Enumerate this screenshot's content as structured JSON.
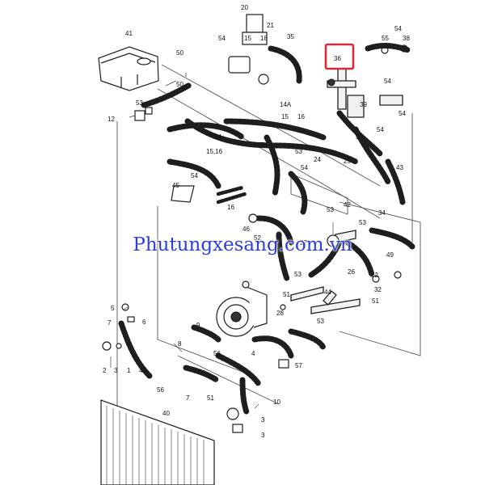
{
  "watermark": {
    "text": "Phutungxesang.com.vn",
    "color": "#2c3fd6"
  },
  "highlight": {
    "label": "36",
    "color": "#d22c34"
  },
  "labels": [
    {
      "id": "l20",
      "text": "20"
    },
    {
      "id": "l21",
      "text": "21"
    },
    {
      "id": "l41",
      "text": "41"
    },
    {
      "id": "l50a",
      "text": "50"
    },
    {
      "id": "l50b",
      "text": "50"
    },
    {
      "id": "l53a",
      "text": "53"
    },
    {
      "id": "l12",
      "text": "12"
    },
    {
      "id": "l54a",
      "text": "54"
    },
    {
      "id": "l15a",
      "text": "15"
    },
    {
      "id": "l18",
      "text": "18"
    },
    {
      "id": "l35",
      "text": "35"
    },
    {
      "id": "l54b",
      "text": "54"
    },
    {
      "id": "l55",
      "text": "55"
    },
    {
      "id": "l38",
      "text": "38"
    },
    {
      "id": "l54c",
      "text": "54"
    },
    {
      "id": "l54d",
      "text": "54"
    },
    {
      "id": "l14a",
      "text": "14A"
    },
    {
      "id": "l15b",
      "text": "15"
    },
    {
      "id": "l16a",
      "text": "16"
    },
    {
      "id": "l14",
      "text": "14"
    },
    {
      "id": "l1516",
      "text": "15,16"
    },
    {
      "id": "l54e",
      "text": "54"
    },
    {
      "id": "l39",
      "text": "39"
    },
    {
      "id": "l54f",
      "text": "54"
    },
    {
      "id": "l53b",
      "text": "53"
    },
    {
      "id": "l54g",
      "text": "54"
    },
    {
      "id": "l53c",
      "text": "53"
    },
    {
      "id": "l24",
      "text": "24"
    },
    {
      "id": "l25",
      "text": "25"
    },
    {
      "id": "l54h",
      "text": "54"
    },
    {
      "id": "l43",
      "text": "43"
    },
    {
      "id": "l45",
      "text": "45"
    },
    {
      "id": "l16b",
      "text": "16"
    },
    {
      "id": "l53d",
      "text": "53"
    },
    {
      "id": "l34",
      "text": "34"
    },
    {
      "id": "l42",
      "text": "42"
    },
    {
      "id": "l53e",
      "text": "53"
    },
    {
      "id": "l46",
      "text": "46"
    },
    {
      "id": "l52",
      "text": "52"
    },
    {
      "id": "l27",
      "text": "27"
    },
    {
      "id": "l26",
      "text": "26"
    },
    {
      "id": "l53f",
      "text": "53"
    },
    {
      "id": "l22",
      "text": "22"
    },
    {
      "id": "l44",
      "text": "44"
    },
    {
      "id": "l51a",
      "text": "51"
    },
    {
      "id": "l53g",
      "text": "53"
    },
    {
      "id": "l28",
      "text": "28"
    },
    {
      "id": "l5",
      "text": "5"
    },
    {
      "id": "l6",
      "text": "6"
    },
    {
      "id": "l7a",
      "text": "7"
    },
    {
      "id": "l9",
      "text": "9"
    },
    {
      "id": "l8",
      "text": "8"
    },
    {
      "id": "l56a",
      "text": "56"
    },
    {
      "id": "l57",
      "text": "57"
    },
    {
      "id": "l2",
      "text": "2"
    },
    {
      "id": "l3a",
      "text": "3"
    },
    {
      "id": "l1",
      "text": "1"
    },
    {
      "id": "l45b",
      "text": "45"
    },
    {
      "id": "l56b",
      "text": "56"
    },
    {
      "id": "l7b",
      "text": "7"
    },
    {
      "id": "l51b",
      "text": "51"
    },
    {
      "id": "l10",
      "text": "10"
    },
    {
      "id": "l40",
      "text": "40"
    },
    {
      "id": "l3b",
      "text": "3"
    },
    {
      "id": "l3c",
      "text": "3"
    },
    {
      "id": "l32",
      "text": "32"
    },
    {
      "id": "l51c",
      "text": "51"
    },
    {
      "id": "l4",
      "text": "4"
    },
    {
      "id": "l49",
      "text": "49"
    }
  ]
}
